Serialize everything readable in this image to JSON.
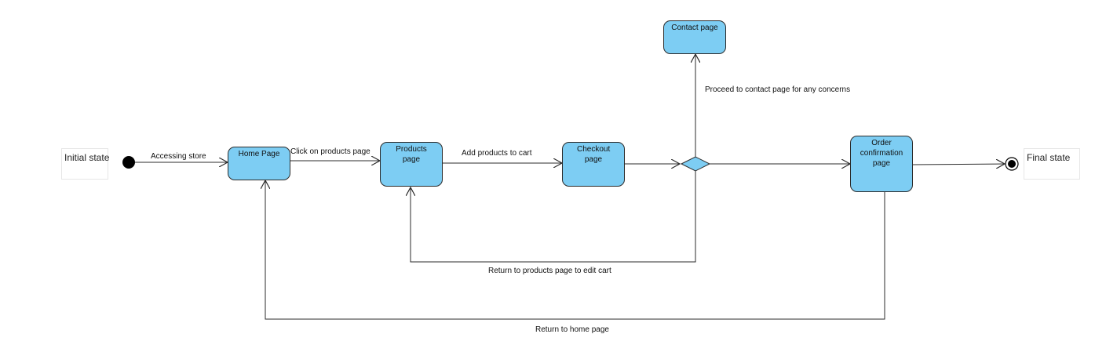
{
  "nodes": {
    "initial_note": "Initial state",
    "final_note": "Final state",
    "home": "Home Page",
    "products": "Products page",
    "checkout": "Checkout page",
    "contact": "Contact page",
    "order": "Order confirmation page"
  },
  "transitions": {
    "accessing": "Accessing store",
    "click_products": "Click on products page",
    "add_cart": "Add products to cart",
    "contact": "Proceed to contact page for any concerns",
    "edit_cart": "Return to products page to edit cart",
    "return_home": "Return to home page"
  },
  "colors": {
    "state_fill": "#7dcdf3",
    "line": "#2b2b2b"
  }
}
